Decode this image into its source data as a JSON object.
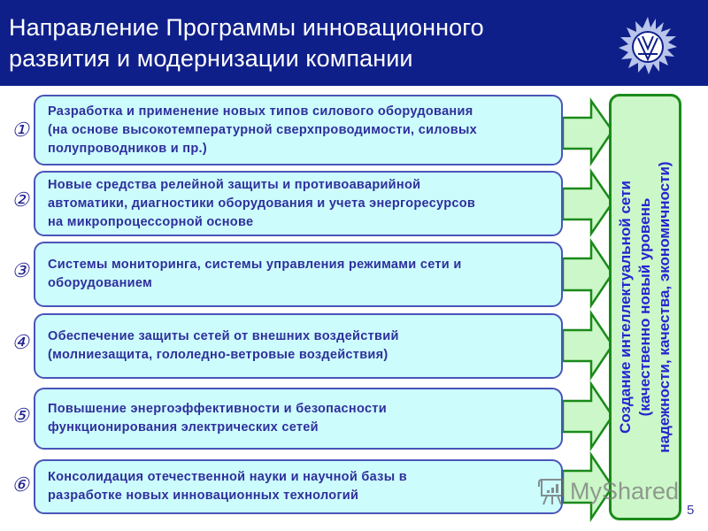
{
  "header": {
    "title_lines": [
      "Направление Программы инновационного",
      "развития и модернизации компании"
    ],
    "logo": "company-sun-logo-icon",
    "background": "#0f1f8a"
  },
  "items": [
    {
      "num": "①",
      "lines": [
        "Разработка и применение новых типов силового оборудования",
        "(на основе высокотемпературной сверхпроводимости, силовых",
        "полупроводников и пр.)"
      ]
    },
    {
      "num": "②",
      "lines": [
        "Новые средства релейной защиты и противоаварийной",
        "автоматики, диагностики оборудования и учета энергоресурсов",
        "на микропроцессорной основе"
      ]
    },
    {
      "num": "③",
      "lines": [
        "Системы мониторинга, системы управления режимами сети и",
        "оборудованием"
      ]
    },
    {
      "num": "④",
      "lines": [
        "Обеспечение защиты сетей от внешних воздействий",
        "(молниезащита, гололедно-ветровые воздействия)"
      ]
    },
    {
      "num": "⑤",
      "lines": [
        "Повышение энергоэффективности и безопасности",
        "функционирования электрических сетей"
      ]
    },
    {
      "num": "⑥",
      "lines": [
        "Консолидация отечественной науки и научной базы в",
        "разработке новых инновационных технологий"
      ]
    }
  ],
  "goal": {
    "lines": [
      "Создание интеллектуальной сети",
      "(качественно новый уровень",
      "надежности, качества, экономичности)"
    ]
  },
  "page_number": "5",
  "watermark": "MyShared",
  "colors": {
    "box_fill": "#ccfcfc",
    "box_border": "#4a55b8",
    "text": "#2f2f9c",
    "arrow_fill": "#ccf7c8",
    "arrow_border": "#1a8a1a",
    "goal_text": "#2424d0"
  }
}
